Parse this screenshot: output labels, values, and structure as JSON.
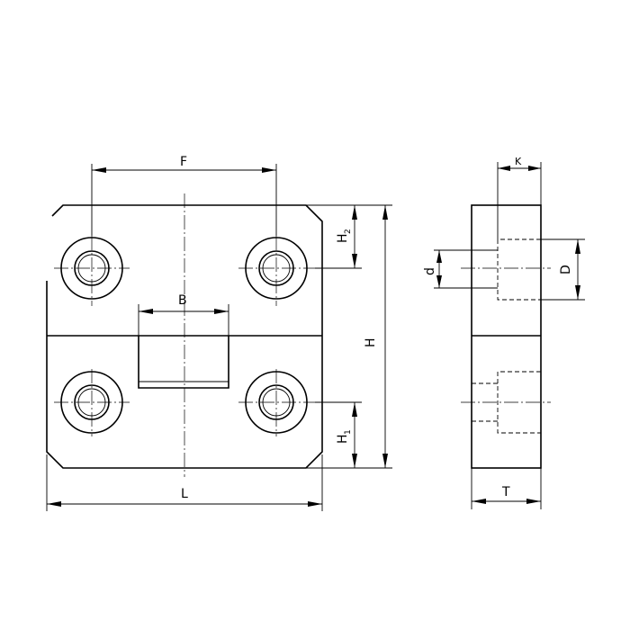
{
  "labels": {
    "F": "F",
    "B": "B",
    "L": "L",
    "H": "H",
    "H2_main": "H",
    "H2_sub": "2",
    "H1_main": "H",
    "H1_sub": "1",
    "d": "d",
    "D": "D",
    "K": "K",
    "T": "T"
  }
}
